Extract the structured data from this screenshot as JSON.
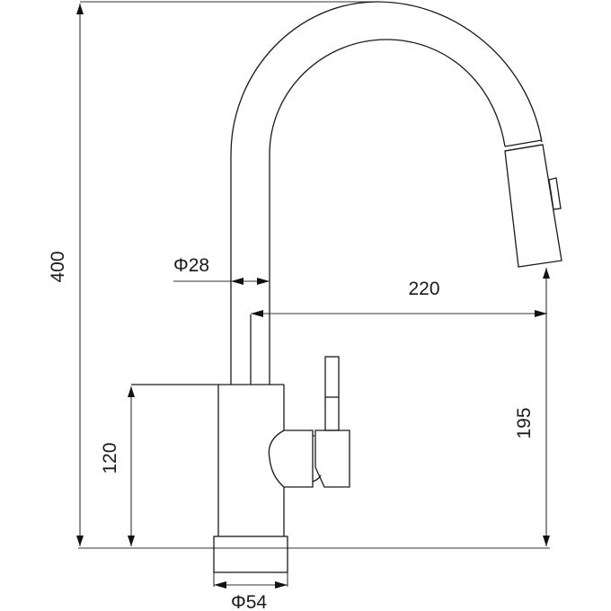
{
  "drawing": {
    "subject": "Pull-down kitchen faucet technical side-view drawing",
    "units": "mm",
    "line_color": "#1a1a1a",
    "background": "#ffffff"
  },
  "dimensions": {
    "overall_height": {
      "label": "400",
      "orientation": "vertical"
    },
    "spout_diameter": {
      "label": "Φ28",
      "orientation": "horizontal"
    },
    "spout_reach": {
      "label": "220",
      "orientation": "horizontal"
    },
    "body_height": {
      "label": "120",
      "orientation": "vertical"
    },
    "spout_outlet_height": {
      "label": "195",
      "orientation": "vertical"
    },
    "base_diameter": {
      "label": "Φ54",
      "orientation": "horizontal"
    }
  },
  "parts": [
    {
      "name": "gooseneck-spout"
    },
    {
      "name": "pull-down-spray-head"
    },
    {
      "name": "spray-button"
    },
    {
      "name": "faucet-body"
    },
    {
      "name": "mixer-handle"
    },
    {
      "name": "handle-lever"
    },
    {
      "name": "base-flange"
    }
  ]
}
